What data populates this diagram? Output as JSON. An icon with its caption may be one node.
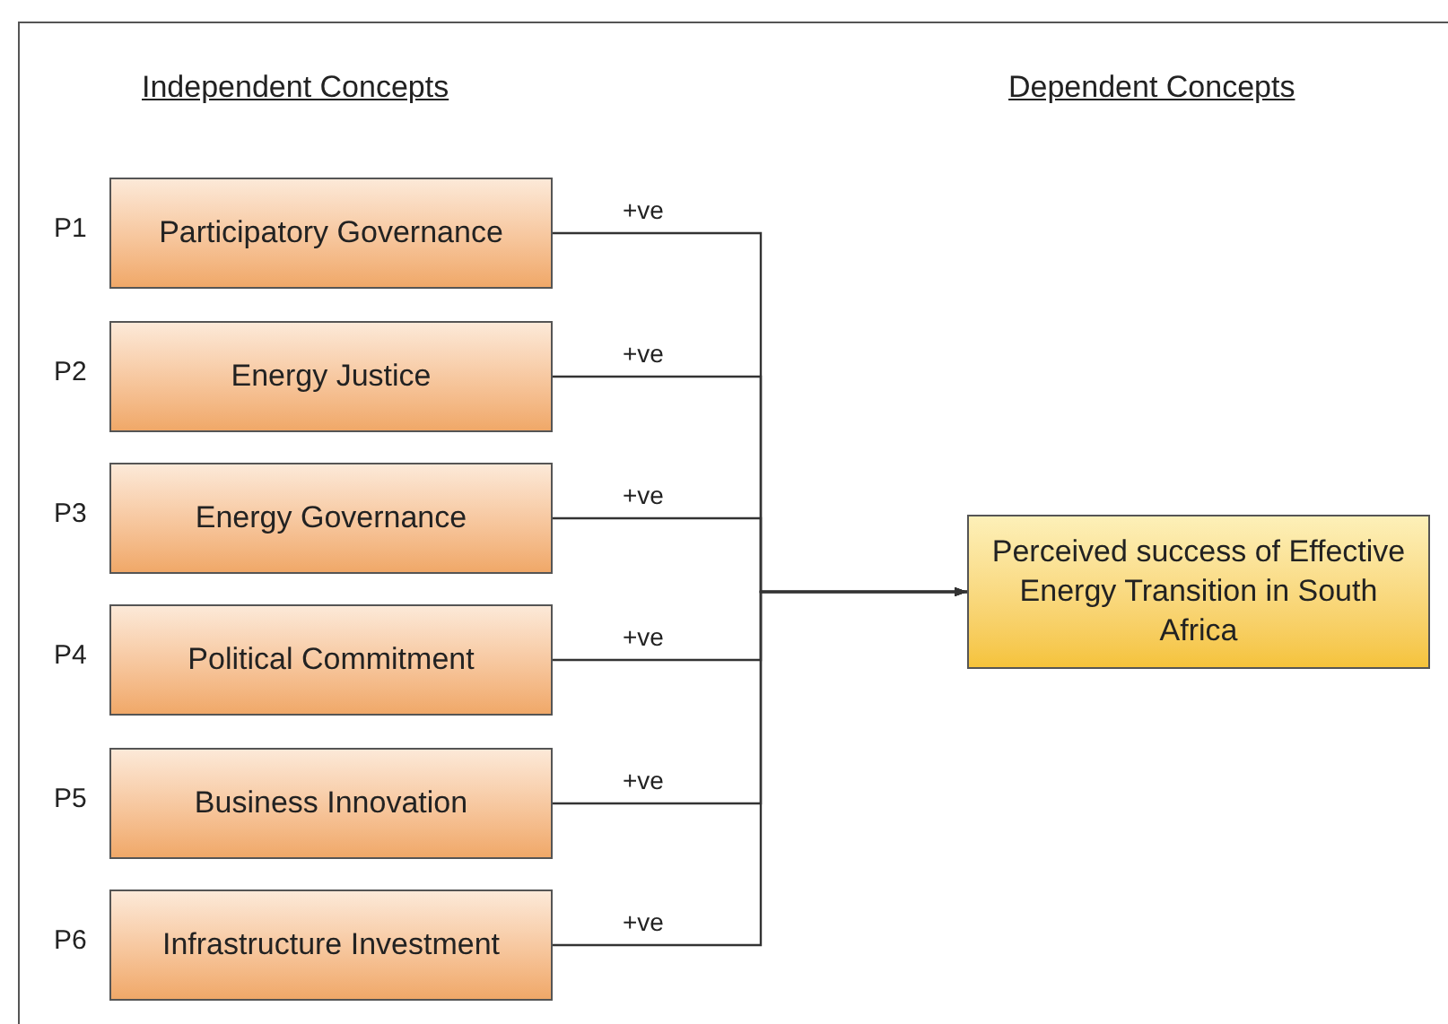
{
  "diagram": {
    "nodes": [
      {
        "text": [
          "Participatory Governance"
        ],
        "beside": [
          "P1"
        ]
      },
      {
        "text": [
          "Energy Justice"
        ],
        "beside": [
          "P2"
        ]
      },
      {
        "text": [
          "Energy Governance"
        ],
        "beside": [
          "P3"
        ]
      },
      {
        "text": [
          "Political Commitment"
        ],
        "beside": [
          "P4"
        ]
      },
      {
        "text": [
          "Business Innovation"
        ],
        "beside": [
          "P5"
        ]
      },
      {
        "text": [
          "Infrastructure Investment"
        ],
        "beside": [
          "P6"
        ]
      },
      {
        "text": [
          "Perceived success of Effective Energy Transition in South Africa"
        ]
      }
    ],
    "edges": [
      {
        "from": 0,
        "to": 6,
        "arrow": "to",
        "label": "+ve"
      },
      {
        "from": 1,
        "to": 6,
        "arrow": "to",
        "label": "+ve"
      },
      {
        "from": 2,
        "to": 6,
        "arrow": "to",
        "label": "+ve"
      },
      {
        "from": 3,
        "to": 6,
        "arrow": "to",
        "label": "+ve"
      },
      {
        "from": 4,
        "to": 6,
        "arrow": "to",
        "label": "+ve"
      },
      {
        "from": 5,
        "to": 6,
        "arrow": "to",
        "label": "+ve"
      }
    ],
    "labels": [
      "Independent Concepts",
      "Dependent Concepts"
    ]
  }
}
